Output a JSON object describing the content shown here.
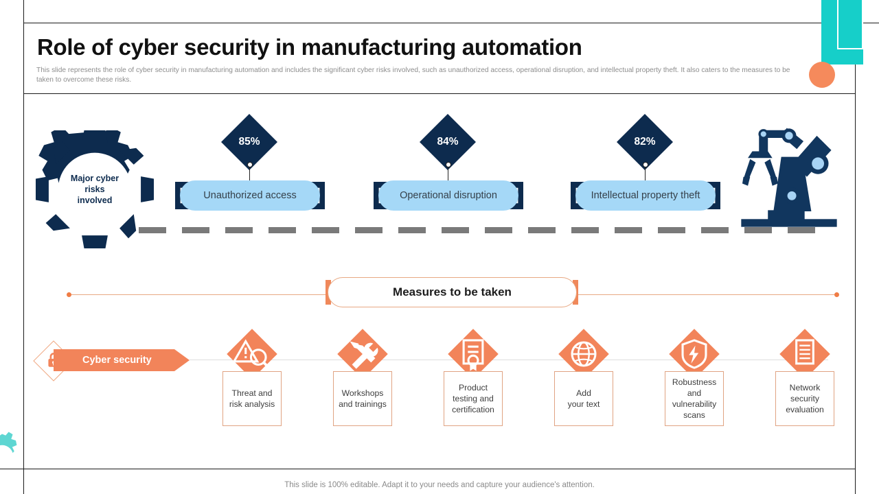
{
  "header": {
    "title": "Role of cyber security in manufacturing automation",
    "subtitle": "This slide represents the role of cyber security in manufacturing automation and includes the significant cyber risks involved, such as unauthorized access, operational disruption, and intellectual property theft. It also caters to the measures to be taken to overcome these risks."
  },
  "colors": {
    "navy": "#0d2b4e",
    "light_blue": "#a5d8f7",
    "orange": "#f2845a",
    "teal": "#16cfc9",
    "gray_road": "#7a7a7a"
  },
  "risks_section": {
    "gear_label_line1": "Major cyber",
    "gear_label_line2": "risks",
    "gear_label_line3": "involved",
    "items": [
      {
        "percent": "85%",
        "label": "Unauthorized access"
      },
      {
        "percent": "84%",
        "label": "Operational disruption"
      },
      {
        "percent": "82%",
        "label": "Intellectual property theft"
      }
    ],
    "robot_icon": "robot-arm-icon"
  },
  "measures_section": {
    "banner_title": "Measures to be taken",
    "category_label": "Cyber security",
    "category_icon": "lock-icon",
    "items": [
      {
        "icon": "warning-magnifier-icon",
        "label": "Threat and\nrisk analysis",
        "line1": "Threat and",
        "line2": "risk analysis",
        "line3": "",
        "line4": ""
      },
      {
        "icon": "tools-icon",
        "label": "Workshops and trainings",
        "line1": "Workshops",
        "line2": "and trainings",
        "line3": "",
        "line4": ""
      },
      {
        "icon": "certificate-icon",
        "label": "Product testing and certification",
        "line1": "Product",
        "line2": "testing and",
        "line3": "certification",
        "line4": ""
      },
      {
        "icon": "globe-icon",
        "label": "Add your text",
        "line1": "Add",
        "line2": "your text",
        "line3": "",
        "line4": ""
      },
      {
        "icon": "shield-bolt-icon",
        "label": "Robustness and vulnerability scans",
        "line1": "Robustness",
        "line2": "and",
        "line3": "vulnerability",
        "line4": "scans"
      },
      {
        "icon": "checklist-icon",
        "label": "Network security evaluation",
        "line1": "Network",
        "line2": "security",
        "line3": "evaluation",
        "line4": ""
      }
    ]
  },
  "footer": {
    "note": "This slide is 100% editable. Adapt it to your needs and capture your audience's attention."
  }
}
